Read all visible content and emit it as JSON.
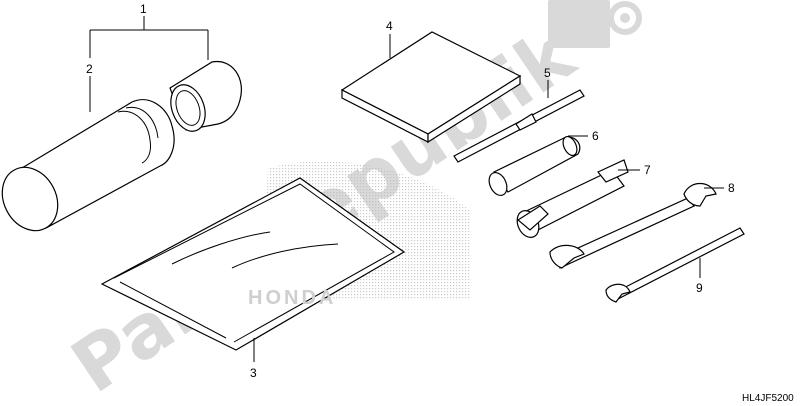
{
  "callouts": [
    "1",
    "2",
    "3",
    "4",
    "5",
    "6",
    "7",
    "8",
    "9"
  ],
  "diagram_code": "HL4JF5200",
  "watermark": {
    "text": "PartsRepublik",
    "icon": "gear-icon"
  },
  "printed_brand": "HONDA",
  "colors": {
    "line": "#000000",
    "watermark": "#d9d9d9",
    "background": "#ffffff"
  }
}
